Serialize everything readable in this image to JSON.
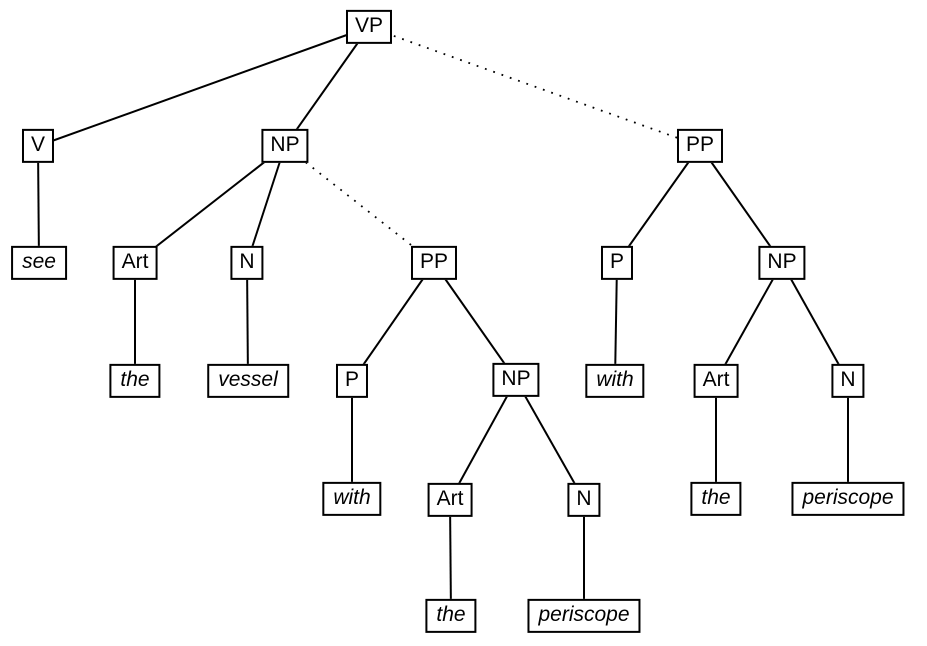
{
  "diagram": {
    "type": "syntax-parse-tree",
    "colors": {
      "background": "#ffffff",
      "line": "#000000",
      "box_border": "#000000",
      "box_fill": "#ffffff",
      "text": "#000000"
    },
    "edge_styles": [
      "solid",
      "dotted"
    ]
  },
  "tree": {
    "nodes": {
      "vp": {
        "label": "VP",
        "kind": "phrase"
      },
      "v": {
        "label": "V",
        "kind": "category"
      },
      "np_obj": {
        "label": "NP",
        "kind": "phrase"
      },
      "pp_high": {
        "label": "PP",
        "kind": "phrase"
      },
      "see": {
        "label": "see",
        "kind": "word"
      },
      "art_obj": {
        "label": "Art",
        "kind": "category"
      },
      "n_obj": {
        "label": "N",
        "kind": "category"
      },
      "pp_low": {
        "label": "PP",
        "kind": "phrase"
      },
      "p_high": {
        "label": "P",
        "kind": "category"
      },
      "np_high": {
        "label": "NP",
        "kind": "phrase"
      },
      "the_obj": {
        "label": "the",
        "kind": "word"
      },
      "vessel": {
        "label": "vessel",
        "kind": "word"
      },
      "p_low": {
        "label": "P",
        "kind": "category"
      },
      "np_low": {
        "label": "NP",
        "kind": "phrase"
      },
      "with_high": {
        "label": "with",
        "kind": "word"
      },
      "art_high": {
        "label": "Art",
        "kind": "category"
      },
      "n_high": {
        "label": "N",
        "kind": "category"
      },
      "with_low": {
        "label": "with",
        "kind": "word"
      },
      "art_low": {
        "label": "Art",
        "kind": "category"
      },
      "n_low": {
        "label": "N",
        "kind": "category"
      },
      "the_high": {
        "label": "the",
        "kind": "word"
      },
      "periscope_high": {
        "label": "periscope",
        "kind": "word"
      },
      "the_low": {
        "label": "the",
        "kind": "word"
      },
      "periscope_low": {
        "label": "periscope",
        "kind": "word"
      }
    },
    "edges": [
      {
        "from": "vp",
        "to": "v",
        "style": "solid"
      },
      {
        "from": "vp",
        "to": "np_obj",
        "style": "solid"
      },
      {
        "from": "vp",
        "to": "pp_high",
        "style": "dotted"
      },
      {
        "from": "v",
        "to": "see",
        "style": "solid"
      },
      {
        "from": "np_obj",
        "to": "art_obj",
        "style": "solid"
      },
      {
        "from": "np_obj",
        "to": "n_obj",
        "style": "solid"
      },
      {
        "from": "np_obj",
        "to": "pp_low",
        "style": "dotted"
      },
      {
        "from": "art_obj",
        "to": "the_obj",
        "style": "solid"
      },
      {
        "from": "n_obj",
        "to": "vessel",
        "style": "solid"
      },
      {
        "from": "pp_low",
        "to": "p_low",
        "style": "solid"
      },
      {
        "from": "pp_low",
        "to": "np_low",
        "style": "solid"
      },
      {
        "from": "p_low",
        "to": "with_low",
        "style": "solid"
      },
      {
        "from": "np_low",
        "to": "art_low",
        "style": "solid"
      },
      {
        "from": "np_low",
        "to": "n_low",
        "style": "solid"
      },
      {
        "from": "art_low",
        "to": "the_low",
        "style": "solid"
      },
      {
        "from": "n_low",
        "to": "periscope_low",
        "style": "solid"
      },
      {
        "from": "pp_high",
        "to": "p_high",
        "style": "solid"
      },
      {
        "from": "pp_high",
        "to": "np_high",
        "style": "solid"
      },
      {
        "from": "p_high",
        "to": "with_high",
        "style": "solid"
      },
      {
        "from": "np_high",
        "to": "art_high",
        "style": "solid"
      },
      {
        "from": "np_high",
        "to": "n_high",
        "style": "solid"
      },
      {
        "from": "art_high",
        "to": "the_high",
        "style": "solid"
      },
      {
        "from": "n_high",
        "to": "periscope_high",
        "style": "solid"
      }
    ]
  }
}
